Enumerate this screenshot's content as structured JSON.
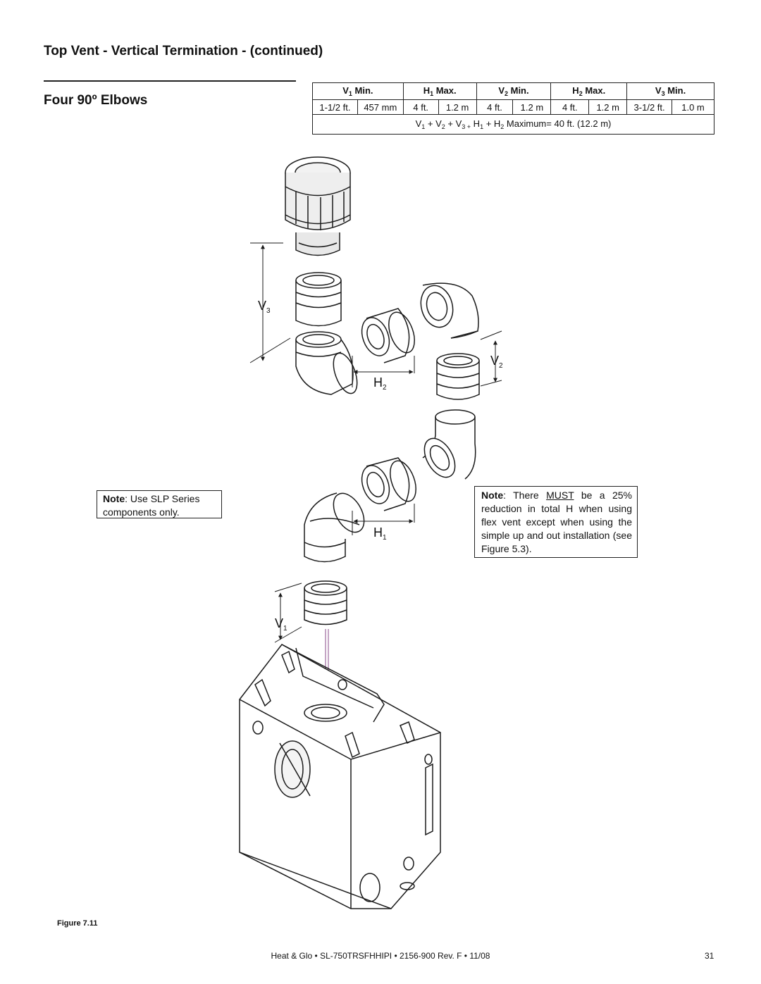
{
  "heading": {
    "title": "Top Vent - Vertical Termination - (continued)",
    "subtitle": "Four 90º Elbows"
  },
  "spec_table": {
    "headers": [
      {
        "sym": "V",
        "sub": "1",
        "rest": " Min."
      },
      {
        "sym": "H",
        "sub": "1",
        "rest": " Max."
      },
      {
        "sym": "V",
        "sub": "2",
        "rest": " Min."
      },
      {
        "sym": "H",
        "sub": "2",
        "rest": " Max."
      },
      {
        "sym": "V",
        "sub": "3",
        "rest": " Min."
      }
    ],
    "values": [
      "1-1/2 ft.",
      "457 mm",
      "4 ft.",
      "1.2 m",
      "4 ft.",
      "1.2 m",
      "4 ft.",
      "1.2 m",
      "3-1/2 ft.",
      "1.0 m"
    ],
    "total": {
      "v1": "V",
      "v1_sub": "1",
      "v2": " + V",
      "v2_sub": "2",
      "v3": " + V",
      "v3_sub": "3 +",
      "h1": " H",
      "h1_sub": "1",
      "h2": " + H",
      "h2_sub": "2",
      "tail": " Maximum= 40 ft. (12.2 m)"
    }
  },
  "notes": {
    "left_bold": "Note",
    "left_text": ": Use SLP Series components only.",
    "right_bold": "Note",
    "right_pre": ": There ",
    "right_under": "MUST",
    "right_post": " be a 25% reduction in total H when using flex vent except when using the simple up and out installation (see Figure 5.3)."
  },
  "dimension_labels": [
    {
      "id": "v3",
      "letter": "V",
      "sub": "3"
    },
    {
      "id": "v2",
      "letter": "V",
      "sub": "2"
    },
    {
      "id": "h2",
      "letter": "H",
      "sub": "2"
    },
    {
      "id": "h1",
      "letter": "H",
      "sub": "1"
    },
    {
      "id": "v1",
      "letter": "V",
      "sub": "1"
    }
  ],
  "figure_label": "Figure 7.11",
  "footer": "Heat & Glo • SL-750TRSFHHIPI • 2156-900 Rev. F • 11/08",
  "page_number": "31"
}
